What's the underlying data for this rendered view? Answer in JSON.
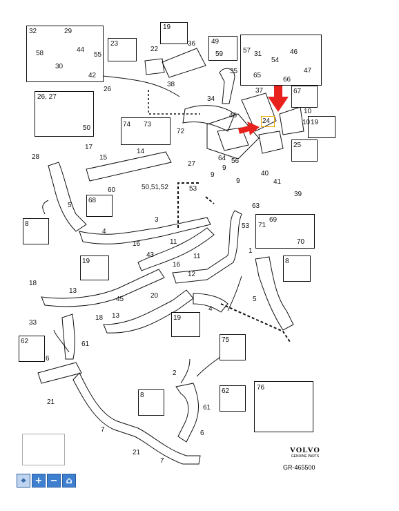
{
  "labels": {
    "l1": "1",
    "l2": "2",
    "l3": "3",
    "l4a": "4",
    "l4b": "4",
    "l5a": "5",
    "l5b": "5",
    "l6a": "6",
    "l6b": "6",
    "l7a": "7",
    "l7b": "7",
    "l8a": "8",
    "l8b": "8",
    "l8c": "8",
    "l9a": "9",
    "l9b": "9",
    "l9c": "9",
    "l10a": "10",
    "l10b": "10",
    "l11a": "11",
    "l11b": "11",
    "l12": "12",
    "l13": "13",
    "l14": "14",
    "l15": "15",
    "l16a": "16",
    "l16b": "16",
    "l17": "17",
    "l18a": "18",
    "l18b": "18",
    "l19a": "19",
    "l19b": "19",
    "l19c": "19",
    "l19d": "19",
    "l20": "20",
    "l21a": "21",
    "l21b": "21",
    "l22": "22",
    "l23": "23",
    "l24": "24",
    "l25": "25",
    "l26": "26",
    "l2627": "26, 27",
    "l27": "27",
    "l28": "28",
    "l29": "29",
    "l30": "30",
    "l31": "31",
    "l32": "32",
    "l33": "33",
    "l34": "34",
    "l35": "35",
    "l36": "36",
    "l37": "37",
    "l38": "38",
    "l39": "39",
    "l40": "40",
    "l41": "41",
    "l42": "42",
    "l43": "43",
    "l44": "44",
    "l45": "45",
    "l46": "46",
    "l47": "47",
    "l48": "48",
    "l49": "49",
    "l50": "50",
    "l505152": "50,51,52",
    "l53a": "53",
    "l53b": "53",
    "l54": "54",
    "l55": "55",
    "l56": "56",
    "l57": "57",
    "l58": "58",
    "l59": "59",
    "l60": "60",
    "l61a": "61",
    "l61b": "61",
    "l62a": "62",
    "l62b": "62",
    "l63": "63",
    "l64": "64",
    "l65": "65",
    "l66": "66",
    "l67": "67",
    "l68": "68",
    "l69": "69",
    "l70": "70",
    "l71": "71",
    "l72": "72",
    "l73": "73",
    "l74": "74",
    "l75": "75",
    "l76": "76"
  },
  "brand": {
    "name": "VOLVO",
    "sub": "GENUINE PARTS"
  },
  "reference": "GR-465500",
  "toolbar": {
    "select": "⌖",
    "zoom_in": "+",
    "zoom_out": "−",
    "home": "⌂"
  },
  "colors": {
    "arrow": "#e8211d",
    "highlight": "#e6a700",
    "toolbar": "#3f7fcf",
    "line": "#111111"
  }
}
